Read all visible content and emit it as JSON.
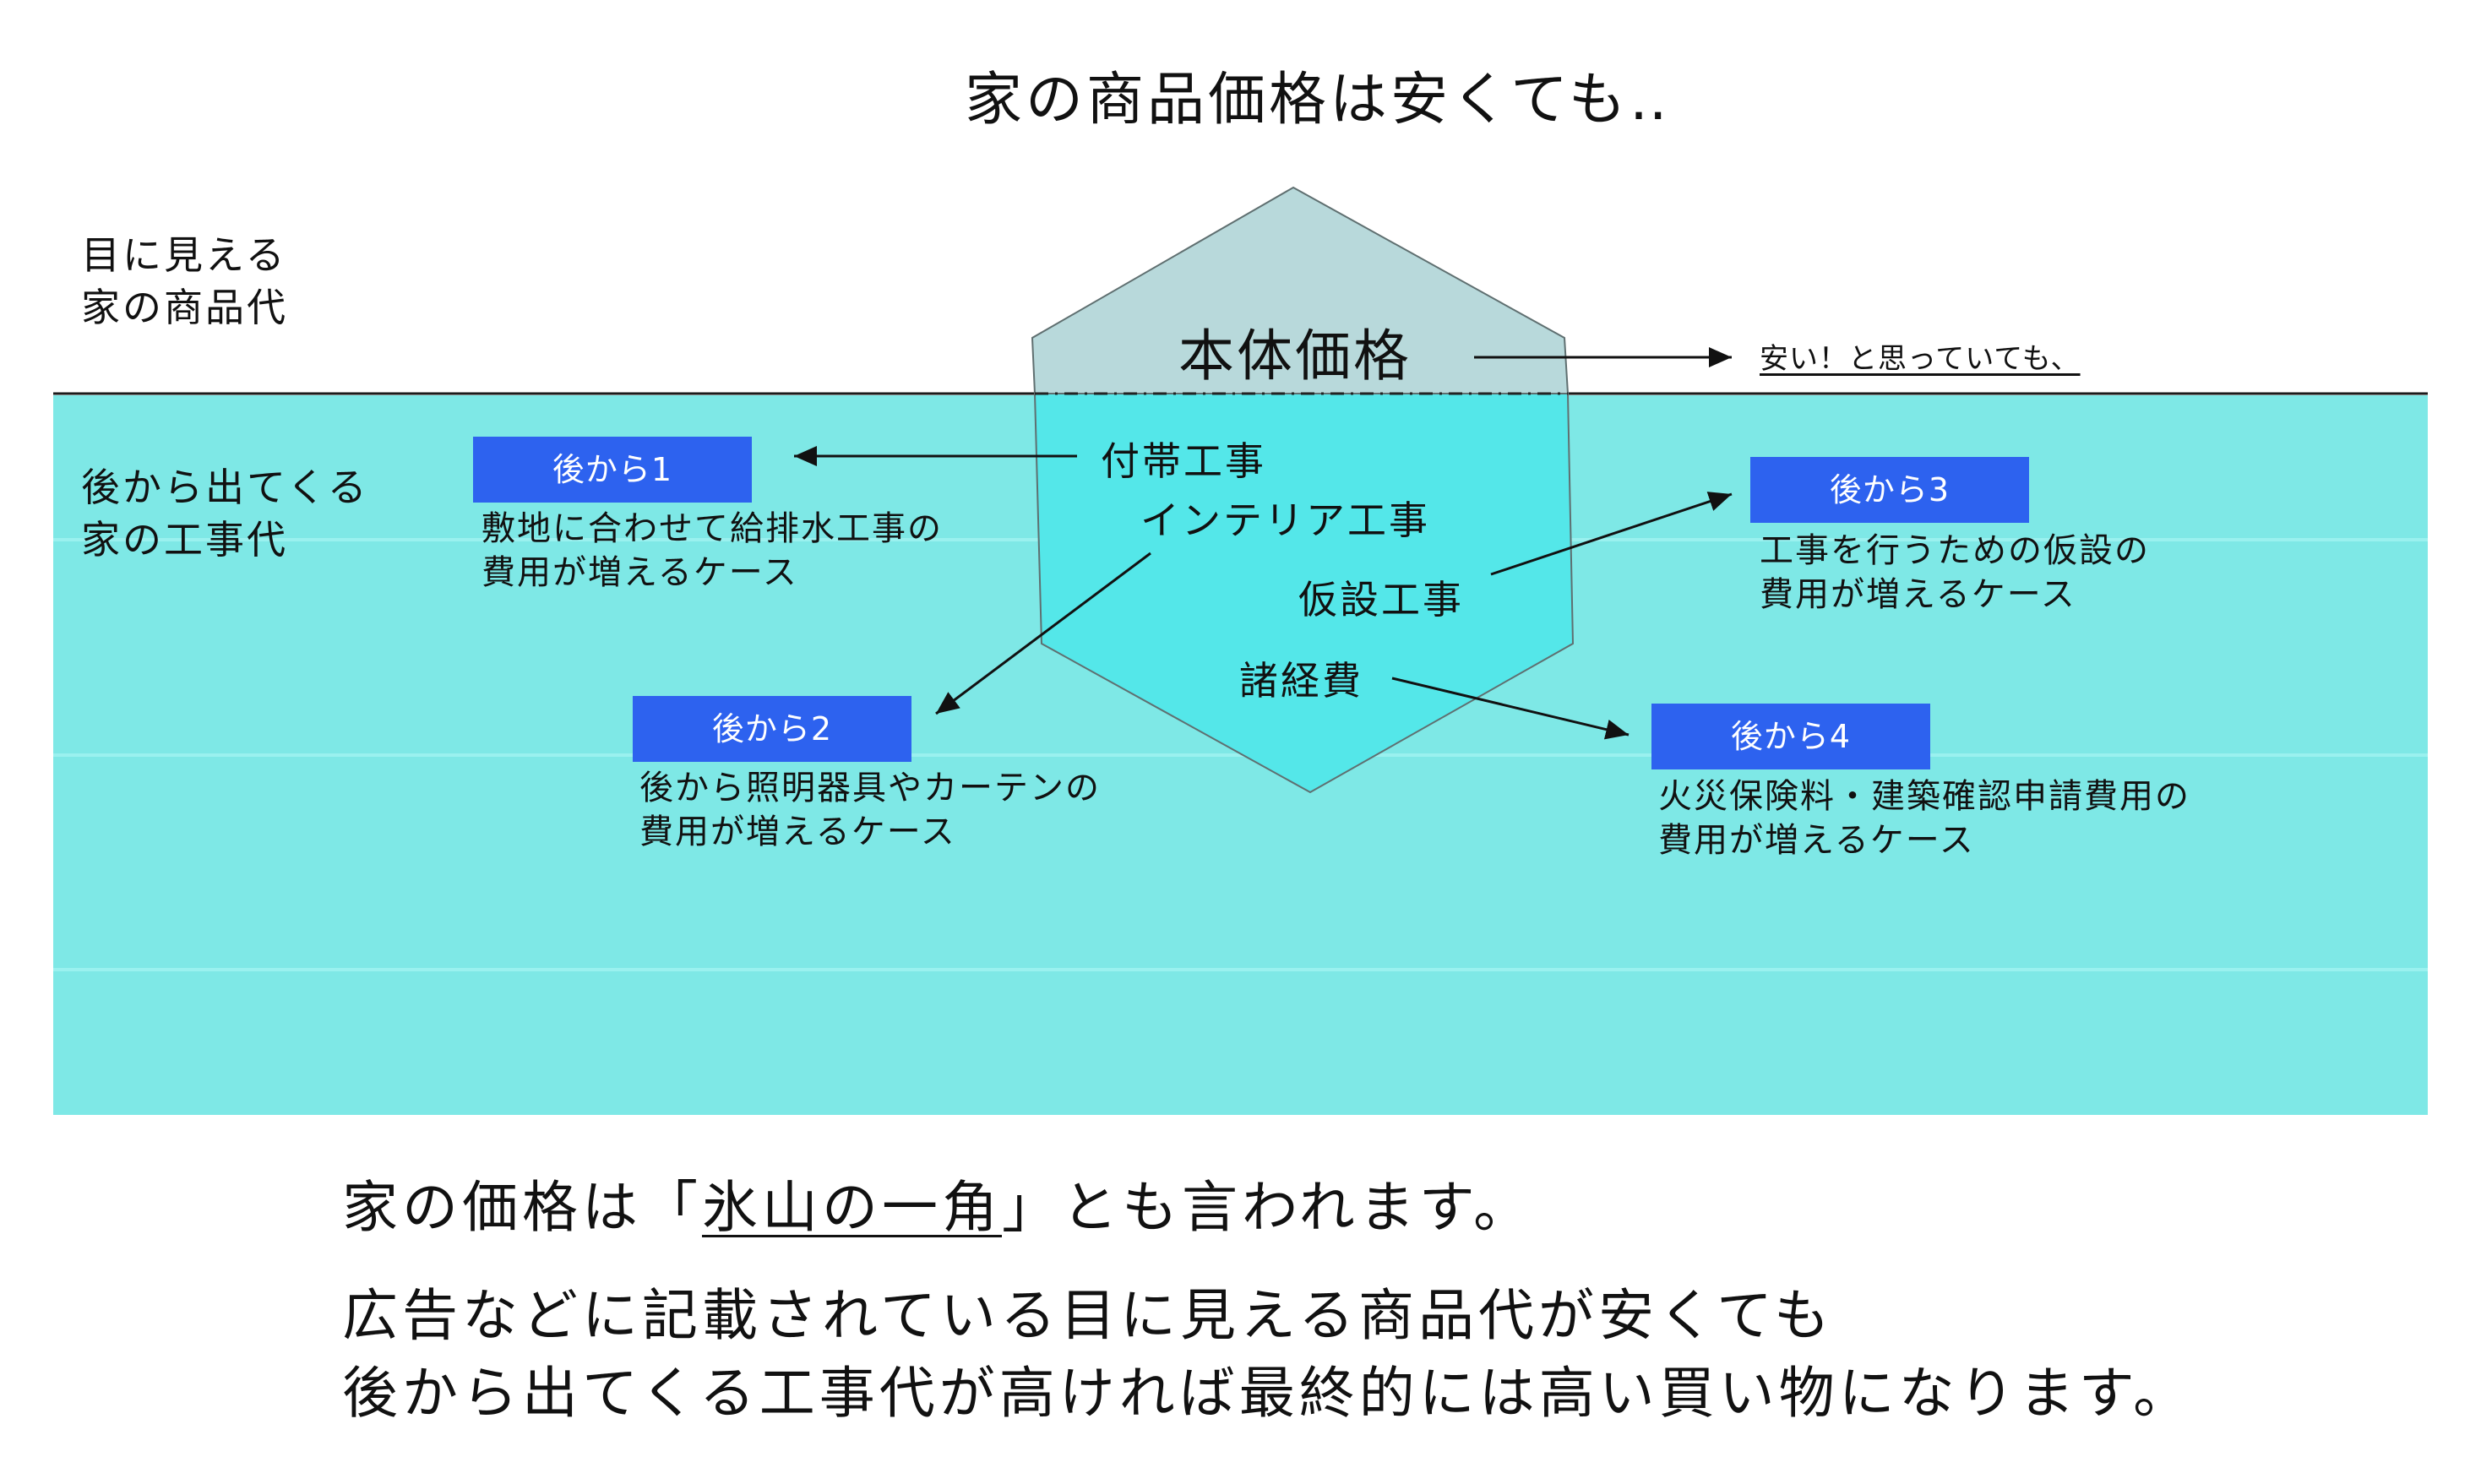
{
  "colors": {
    "water": "#7ee8e6",
    "water_band": "#9af1ef",
    "hex_above": "#b8d9db",
    "hex_below": "#54e7e9",
    "tag_bg": "#2d62ef"
  },
  "title": "家の商品価格は安くても‥",
  "left_labels": {
    "visible": [
      "目に見える",
      "家の商品代"
    ],
    "hidden": [
      "後から出てくる",
      "家の工事代"
    ]
  },
  "iceberg": {
    "top_label": "本体価格",
    "items": [
      "付帯工事",
      "インテリア工事",
      "仮設工事",
      "諸経費"
    ]
  },
  "top_note": "安い！と思っていても、",
  "cases": [
    {
      "tag": "後から1",
      "lines": [
        "敷地に合わせて給排水工事の",
        "費用が増えるケース"
      ]
    },
    {
      "tag": "後から2",
      "lines": [
        "後から照明器具やカーテンの",
        "費用が増えるケース"
      ]
    },
    {
      "tag": "後から3",
      "lines": [
        "工事を行うための仮設の",
        "費用が増えるケース"
      ]
    },
    {
      "tag": "後から4",
      "lines": [
        "火災保険料・建築確認申請費用の",
        "費用が増えるケース"
      ]
    }
  ],
  "bottom": {
    "line1_pre": "家の価格は「",
    "line1_em": "氷山の一角",
    "line1_post": "」とも言われます。",
    "line2": "広告などに記載されている目に見える商品代が安くても",
    "line3": "後から出てくる工事代が高ければ最終的には高い買い物になります。"
  }
}
